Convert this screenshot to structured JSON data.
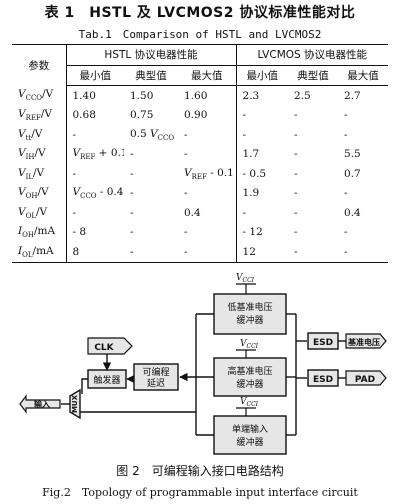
{
  "table": {
    "title_cn": "表 1　HSTL 及 LVCMOS2 协议标准性能对比",
    "title_en": "Tab.1　Comparison of HSTL and LVCMOS2",
    "param_header": "参数",
    "group_hstl": "HSTL 协议电器性能",
    "group_lvcmos": "LVCMOS 协议电器性能",
    "sub_min": "最小值",
    "sub_typ": "典型值",
    "sub_max": "最大值",
    "rows": [
      {
        "param": "V_CCO/V",
        "h_min": "1.40",
        "h_typ": "1.50",
        "h_max": "1.60",
        "l_min": "2.3",
        "l_typ": "2.5",
        "l_max": "2.7"
      },
      {
        "param": "V_REF/V",
        "h_min": "0.68",
        "h_typ": "0.75",
        "h_max": "0.90",
        "l_min": "-",
        "l_typ": "-",
        "l_max": "-"
      },
      {
        "param": "V_tt/V",
        "h_min": "-",
        "h_typ": "0.5 V_CCO",
        "h_max": "-",
        "l_min": "-",
        "l_typ": "-",
        "l_max": "-"
      },
      {
        "param": "V_IH/V",
        "h_min": "V_REF + 0.1",
        "h_typ": "-",
        "h_max": "-",
        "l_min": "1.7",
        "l_typ": "-",
        "l_max": "5.5"
      },
      {
        "param": "V_IL/V",
        "h_min": "-",
        "h_typ": "-",
        "h_max": "V_REF - 0.1",
        "l_min": "- 0.5",
        "l_typ": "-",
        "l_max": "0.7"
      },
      {
        "param": "V_OH/V",
        "h_min": "V_CCO - 0.4",
        "h_typ": "-",
        "h_max": "-",
        "l_min": "1.9",
        "l_typ": "-",
        "l_max": "-"
      },
      {
        "param": "V_OL/V",
        "h_min": "-",
        "h_typ": "-",
        "h_max": "0.4",
        "l_min": "-",
        "l_typ": "-",
        "l_max": "0.4"
      },
      {
        "param": "I_OH/mA",
        "h_min": "- 8",
        "h_typ": "-",
        "h_max": "-",
        "l_min": "- 12",
        "l_typ": "-",
        "l_max": "-"
      },
      {
        "param": "I_OL/mA",
        "h_min": "8",
        "h_typ": "-",
        "h_max": "-",
        "l_min": "12",
        "l_typ": "-",
        "l_max": "-"
      }
    ]
  },
  "figure": {
    "vcc_label": "V_CCI",
    "blocks": {
      "low_ref": "低基准电压缓冲器",
      "high_ref": "高基准电压缓冲器",
      "single": "单端输入缓冲器",
      "programmable_delay": "可编程延迟",
      "trigger": "触发器",
      "esd_top": "ESD",
      "esd_bottom": "ESD",
      "ref_voltage": "基准电压",
      "pad": "PAD",
      "clk": "CLK",
      "input": "输入",
      "mux": "MUX"
    },
    "caption_cn": "图 2　可编程输入接口电路结构",
    "caption_en": "Fig.2　Topology of programmable input interface circuit"
  }
}
